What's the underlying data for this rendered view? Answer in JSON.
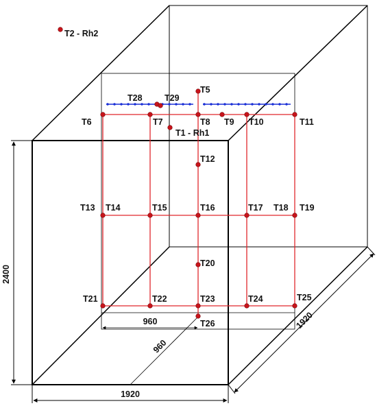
{
  "colors": {
    "frame": "#000000",
    "grid": "#e0262b",
    "sensor": "#c8141b",
    "airflow": "#1a2fd6"
  },
  "dimensions": {
    "height_label": "2400",
    "front_width_label": "1920",
    "depth_label": "1920",
    "inner_width_label": "960",
    "diagonal_label": "960"
  },
  "sensors": {
    "T1": "T1 - Rh1",
    "T2": "T2 - Rh2",
    "T5": "T5",
    "T6": "T6",
    "T7": "T7",
    "T8": "T8",
    "T9": "T9",
    "T10": "T10",
    "T11": "T11",
    "T12": "T12",
    "T13": "T13",
    "T14": "T14",
    "T15": "T15",
    "T16": "T16",
    "T17": "T17",
    "T18": "T18",
    "T19": "T19",
    "T20": "T20",
    "T21": "T21",
    "T22": "T22",
    "T23": "T23",
    "T24": "T24",
    "T25": "T25",
    "T26": "T26",
    "T28": "T28",
    "T29": "T29"
  }
}
